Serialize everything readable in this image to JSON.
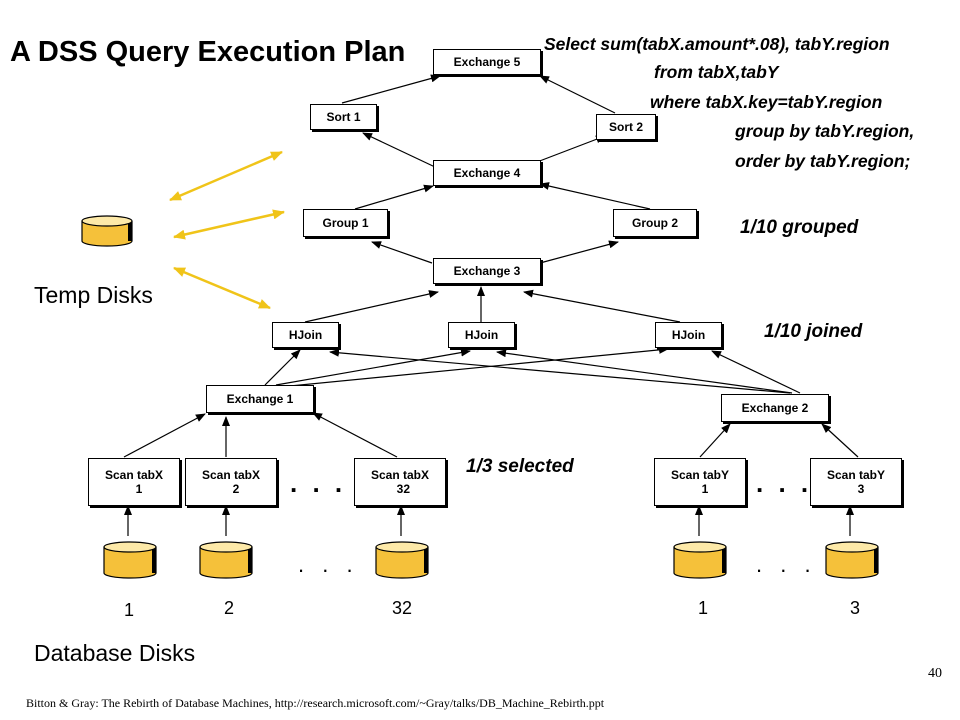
{
  "title": "A DSS Query Execution Plan",
  "sql": {
    "line1": "Select sum(tabX.amount*.08), tabY.region",
    "line2": "from tabX,tabY",
    "line3": "where tabX.key=tabY.region",
    "line4": "group by tabY.region,",
    "line5": "order by tabY.region;"
  },
  "nodes": {
    "exchange5": "Exchange 5",
    "sort1": "Sort 1",
    "sort2": "Sort 2",
    "exchange4": "Exchange 4",
    "group1": "Group 1",
    "group2": "Group 2",
    "exchange3": "Exchange 3",
    "hjoin1": "HJoin",
    "hjoin2": "HJoin",
    "hjoin3": "HJoin",
    "exchange1": "Exchange 1",
    "exchange2": "Exchange 2",
    "scanx1": "Scan tabX\n   1",
    "scanx2": "Scan tabX\n   2",
    "scanx32": "Scan tabX\n  32",
    "scany1": "Scan tabY\n   1",
    "scany3": "Scan tabY\n   3"
  },
  "annotations": {
    "grouped": "1/10 grouped",
    "joined": "1/10 joined",
    "selected": "1/3 selected"
  },
  "labels": {
    "temp_disks": "Temp Disks",
    "database_disks": "Database Disks",
    "dots": ". . .",
    "disk_x1": "1",
    "disk_x2": "2",
    "disk_x32": "32",
    "disk_y1": "1",
    "disk_y3": "3"
  },
  "page_number": "40",
  "footer": "Bitton & Gray: The Rebirth of Database Machines, http://research.microsoft.com/~Gray/talks/DB_Machine_Rebirth.ppt",
  "colors": {
    "disk_fill": "#f5c13a",
    "disk_top": "#fde9a8",
    "temp_arrow": "#f0c419"
  }
}
